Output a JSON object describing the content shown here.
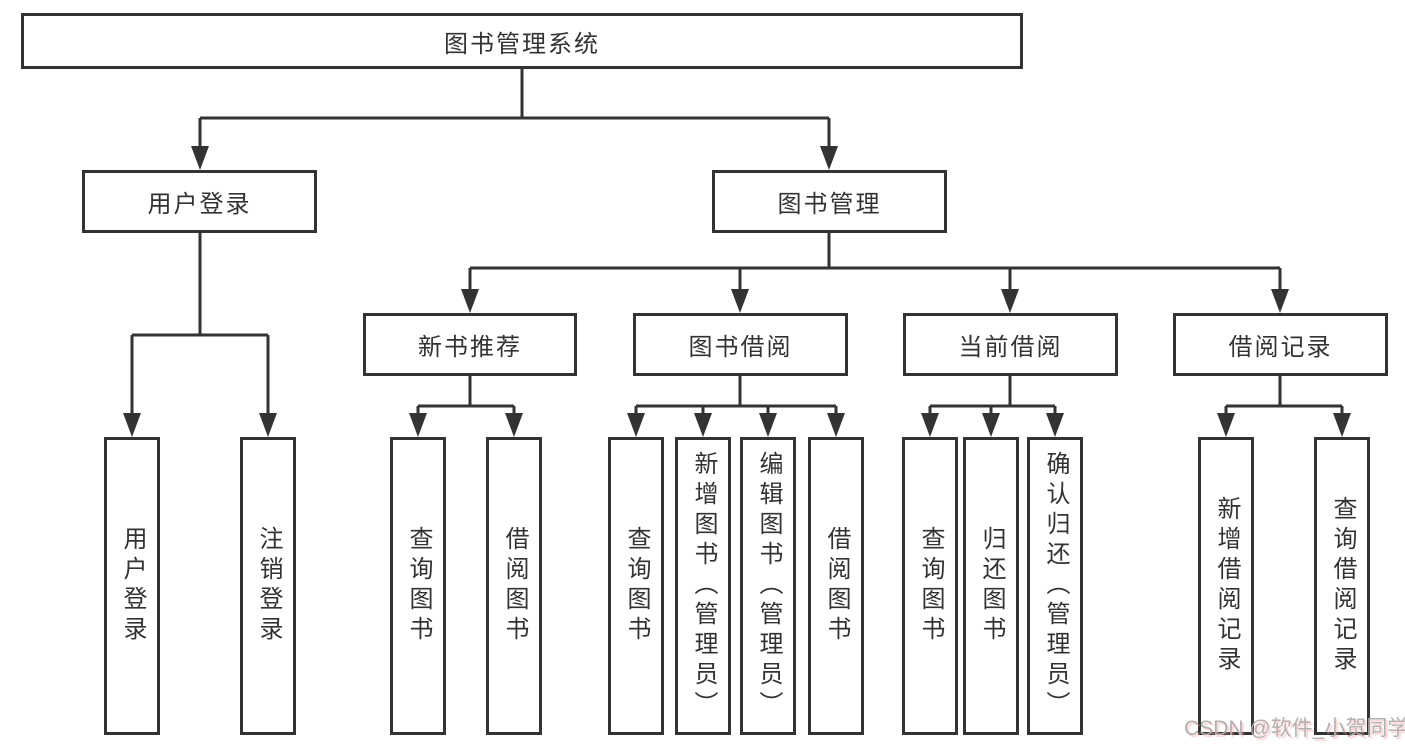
{
  "diagram": {
    "root": "图书管理系统",
    "level2": [
      "用户登录",
      "图书管理"
    ],
    "level3": [
      "新书推荐",
      "图书借阅",
      "当前借阅",
      "借阅记录"
    ],
    "leaves": [
      "用户登录",
      "注销登录",
      "查询图书",
      "借阅图书",
      "查询图书",
      "新增图书（管理员）",
      "编辑图书（管理员）",
      "借阅图书",
      "查询图书",
      "归还图书",
      "确认归还（管理员）",
      "新增借阅记录",
      "查询借阅记录"
    ]
  },
  "watermark": "CSDN @软件_小贺同学",
  "colors": {
    "line": "#333333",
    "border": "#333333",
    "text": "#333333",
    "background": "#ffffff",
    "watermark": "#b1b1b1"
  }
}
